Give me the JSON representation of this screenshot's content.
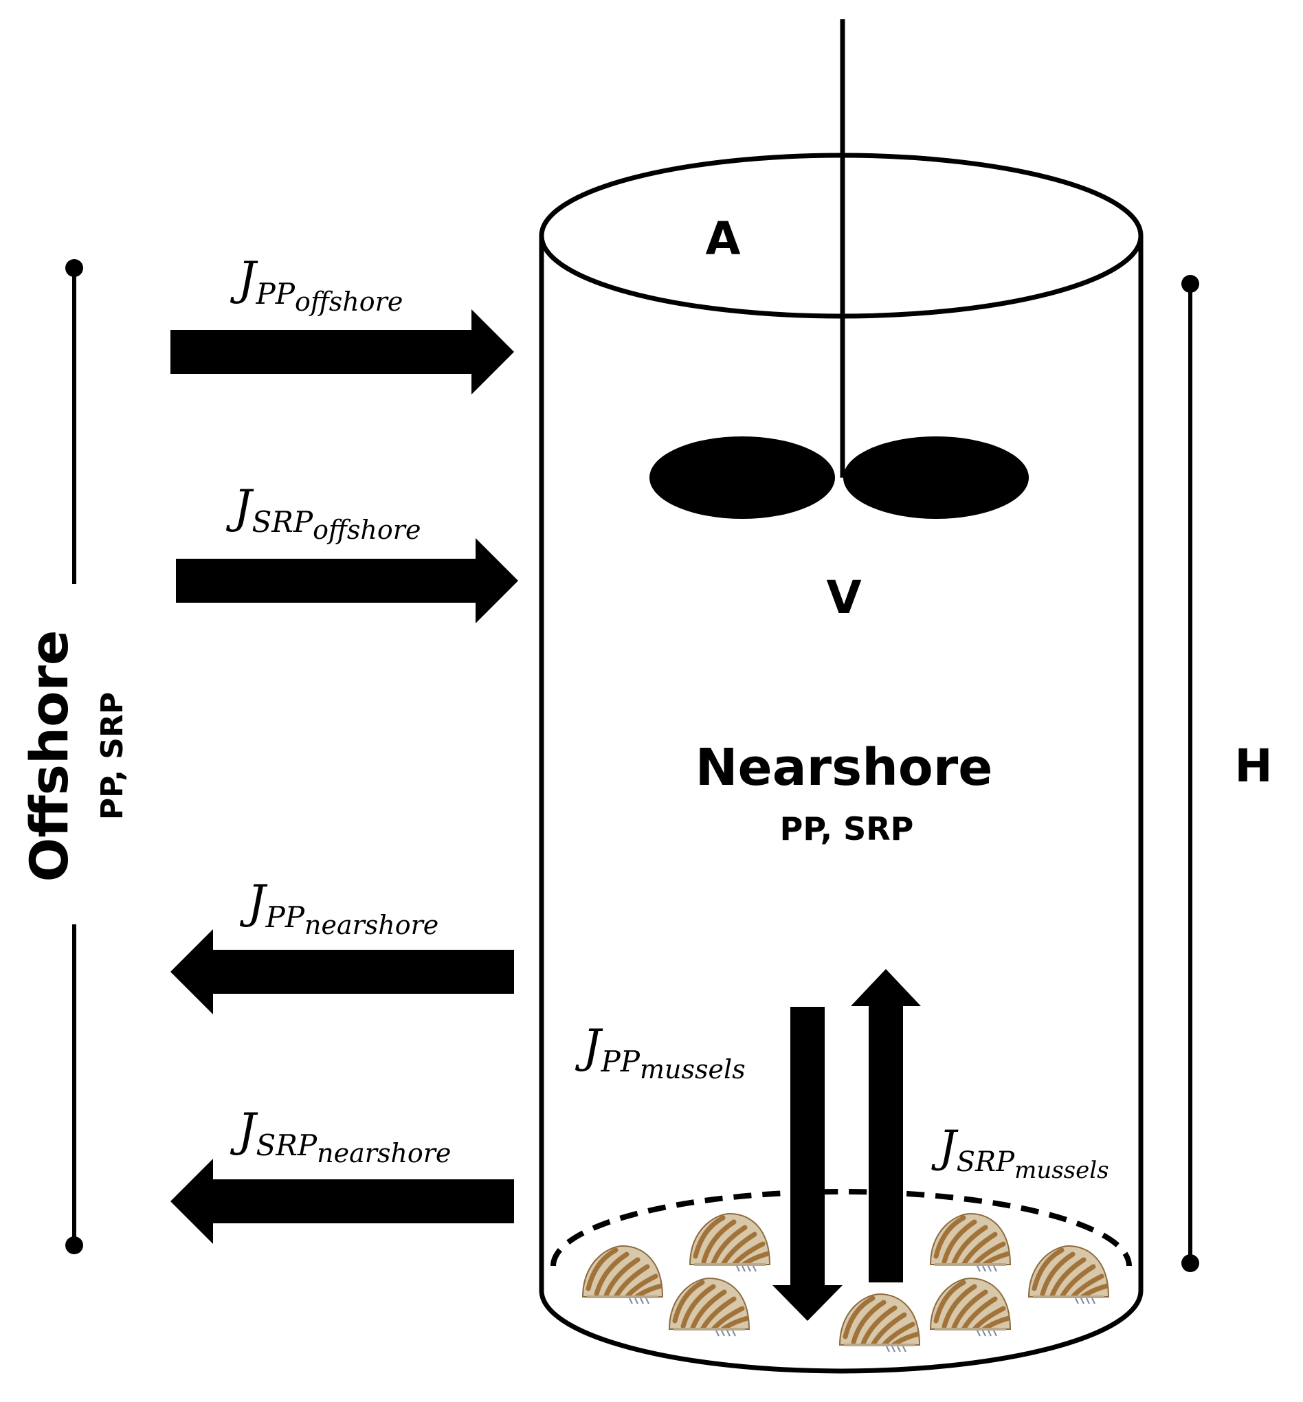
{
  "labels": {
    "area": "A",
    "volume": "V",
    "height": "H",
    "nearshore_title": "Nearshore",
    "nearshore_sub": "PP, SRP",
    "offshore_title": "Offshore",
    "offshore_sub": "PP, SRP"
  },
  "fluxes": {
    "pp_offshore": {
      "main": "J",
      "sub1": "PP",
      "sub2": "offshore"
    },
    "srp_offshore": {
      "main": "J",
      "sub1": "SRP",
      "sub2": "offshore"
    },
    "pp_nearshore": {
      "main": "J",
      "sub1": "PP",
      "sub2": "nearshore"
    },
    "srp_nearshore": {
      "main": "J",
      "sub1": "SRP",
      "sub2": "nearshore"
    },
    "pp_mussels": {
      "main": "J",
      "sub1": "PP",
      "sub2": "mussels"
    },
    "srp_mussels": {
      "main": "J",
      "sub1": "SRP",
      "sub2": "mussels"
    }
  },
  "colors": {
    "ink": "#000000",
    "mussel_shell": "#d8c7a8",
    "mussel_stripe": "#a0733b"
  }
}
